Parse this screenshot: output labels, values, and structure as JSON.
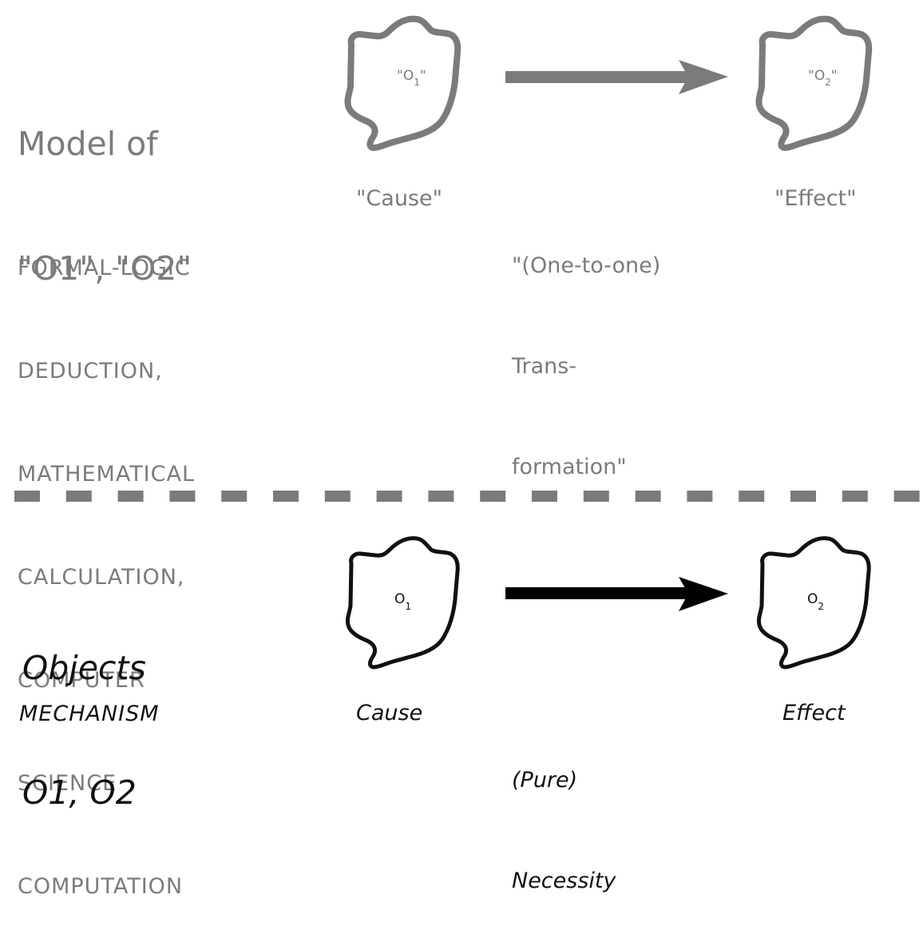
{
  "colors": {
    "model_gray": "#7b7b7b",
    "mechanism_black": "#111111",
    "divider_gray": "#7b7b7b"
  },
  "model": {
    "title_lines": [
      "Model of",
      "\"O1\", \"O2\""
    ],
    "category_lines": [
      "FORMAL-LOGIC",
      "DEDUCTION,",
      "MATHEMATICAL",
      "CALCULATION,",
      "COMPUTER",
      "SCIENCE",
      "COMPUTATION"
    ],
    "object1": {
      "prefix": "\"O",
      "sub": "1",
      "suffix": "\""
    },
    "object2": {
      "prefix": "\"O",
      "sub": "2",
      "suffix": "\""
    },
    "cause_label": "\"Cause\"",
    "transformation_lines": [
      "\"(One-to-one)",
      "Trans-",
      "formation\""
    ],
    "effect_label": "\"Effect\""
  },
  "mechanism": {
    "title_lines": [
      "Objects",
      "O1, O2"
    ],
    "category_label": "MECHANISM",
    "object1": {
      "prefix": "O",
      "sub": "1"
    },
    "object2": {
      "prefix": "O",
      "sub": "2"
    },
    "cause_label": "Cause",
    "necessity_lines": [
      "(Pure)",
      "Necessity"
    ],
    "effect_label": "Effect"
  }
}
